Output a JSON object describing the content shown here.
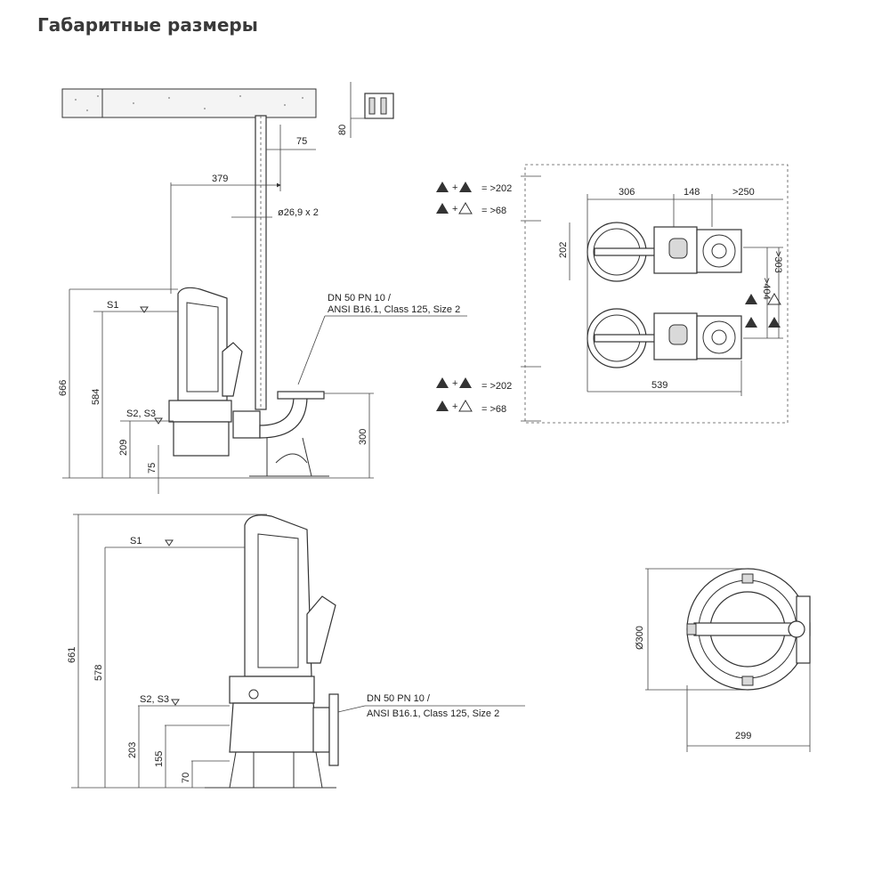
{
  "title": "Габаритные размеры",
  "top_view": {
    "dim_75_top": "75",
    "dim_379": "379",
    "dim_80": "80",
    "dim_pipe": "ø26,9 x 2",
    "connection_line1": "DN 50 PN 10 /",
    "connection_line2": "ANSI B16.1, Class 125, Size 2",
    "s1": "S1",
    "s2s3": "S2, S3",
    "dim_666": "666",
    "dim_584": "584",
    "dim_209": "209",
    "dim_75": "75",
    "dim_300": "300"
  },
  "plan_view": {
    "dim_306": "306",
    "dim_148": "148",
    "dim_250": ">250",
    "dim_202": "202",
    "dim_539": "539",
    "dim_404": ">404",
    "dim_303": ">303",
    "legend_202_top": "= >202",
    "legend_68_top": "= >68",
    "legend_202_bottom": "= >202",
    "legend_68_bottom": "= >68"
  },
  "bottom_view": {
    "s1": "S1",
    "s2s3": "S2, S3",
    "dim_661": "661",
    "dim_578": "578",
    "dim_203": "203",
    "dim_155": "155",
    "dim_70": "70",
    "connection_line1": "DN 50 PN 10 /",
    "connection_line2": "ANSI B16.1, Class 125, Size 2"
  },
  "round_view": {
    "dim_300": "Ø300",
    "dim_299": "299"
  }
}
